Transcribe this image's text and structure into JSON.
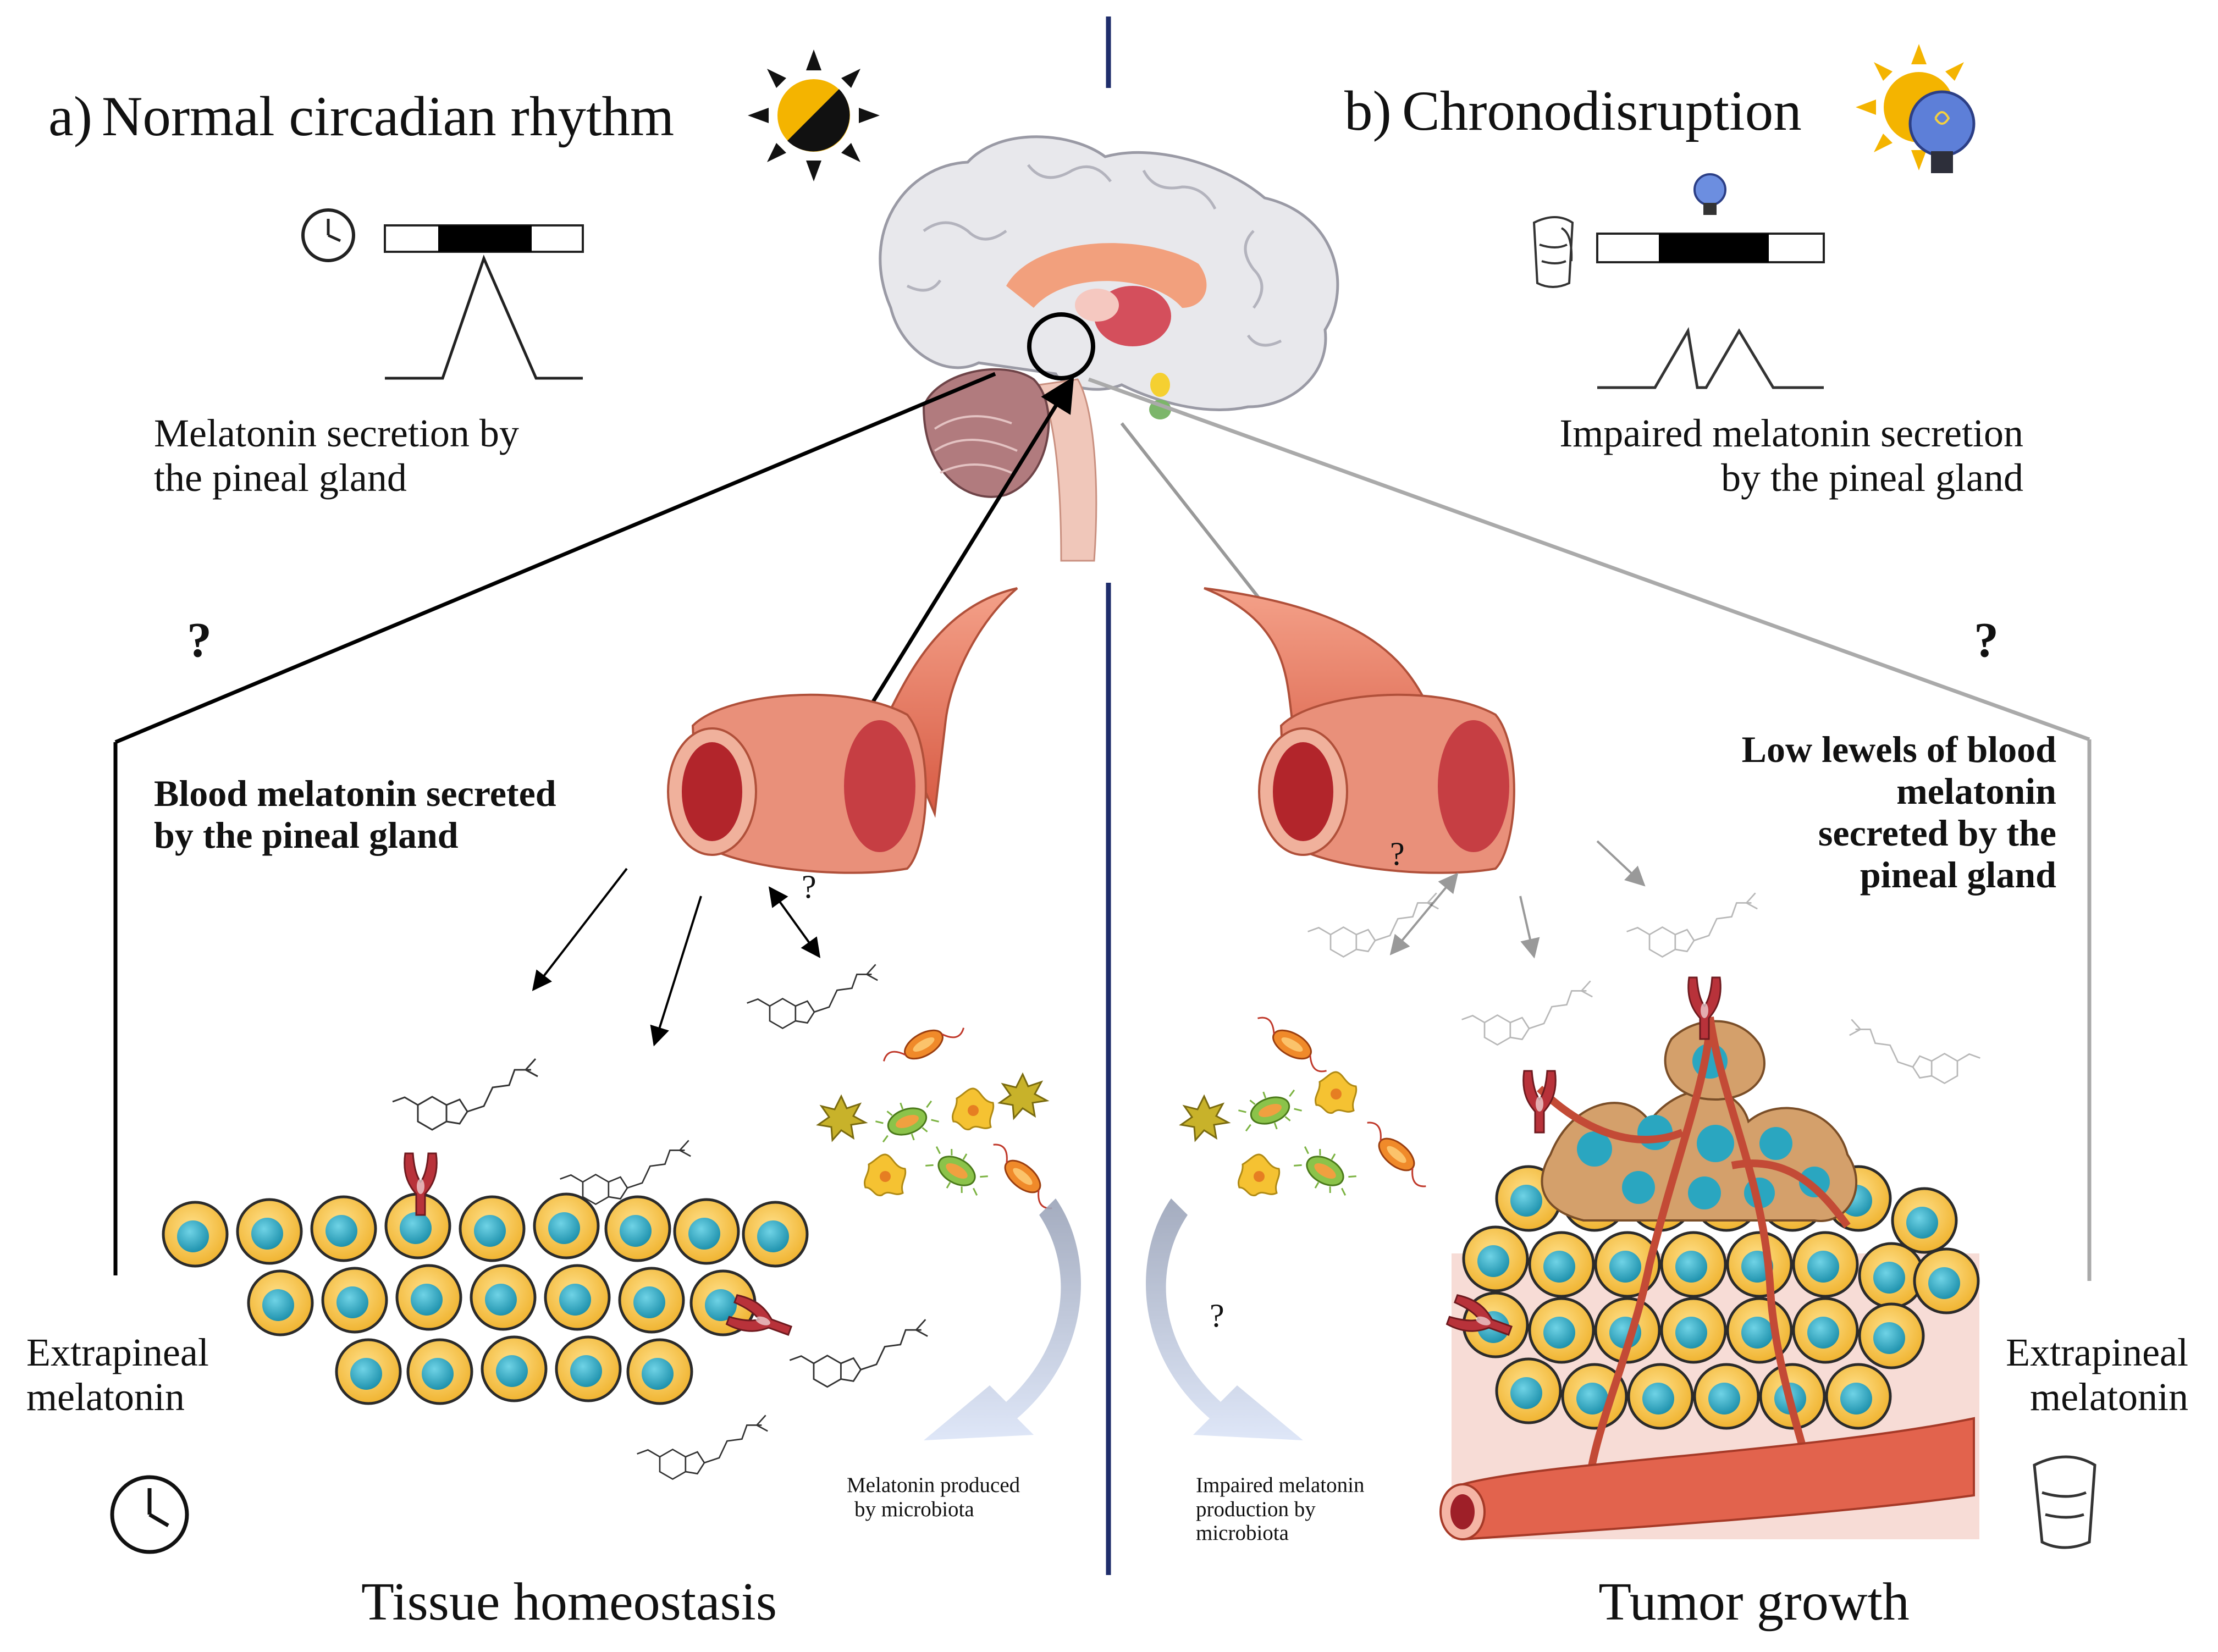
{
  "panel_a": {
    "letter": "a)",
    "title": "Normal circadian rhythm",
    "secretion_label": [
      "Melatonin secretion by",
      "the pineal gland"
    ],
    "blood_label": [
      "Blood melatonin secreted",
      "by the pineal gland"
    ],
    "extrapineal_label": [
      "Extrapineal",
      "melatonin"
    ],
    "microbiota_label": [
      "Melatonin produced",
      "by microbiota"
    ],
    "outcome": "Tissue homeostasis",
    "unknown_mark": "?",
    "unknown_mark_small": "?"
  },
  "panel_b": {
    "letter": "b)",
    "title": "Chronodisruption",
    "secretion_label": [
      "Impaired melatonin secretion",
      "by the pineal gland"
    ],
    "blood_label": [
      "Low lewels of blood",
      "melatonin",
      "secreted by the",
      "pineal gland"
    ],
    "extrapineal_label": [
      "Extrapineal",
      "melatonin"
    ],
    "microbiota_label": [
      "Impaired melatonin",
      "production by",
      "microbiota"
    ],
    "outcome": "Tumor growth",
    "unknown_mark": "?",
    "unknown_mark_small": "?",
    "unknown_mark_microbiota": "?"
  },
  "colors": {
    "divider": "#1f2d6b",
    "cell_fill": "#f5c243",
    "cell_nucleus": "#2aa6c0",
    "vessel": "#d9614c",
    "receptor": "#b8323a",
    "sun": "#f4b400",
    "bulb": "#5d7fd8",
    "brain": "#e8e8ec",
    "gray_arrow": "#aaaaaa"
  },
  "icons": [
    "sun-moon-icon",
    "sun-bulb-icon",
    "clock-icon",
    "phone-icon",
    "lightbulb-icon"
  ]
}
